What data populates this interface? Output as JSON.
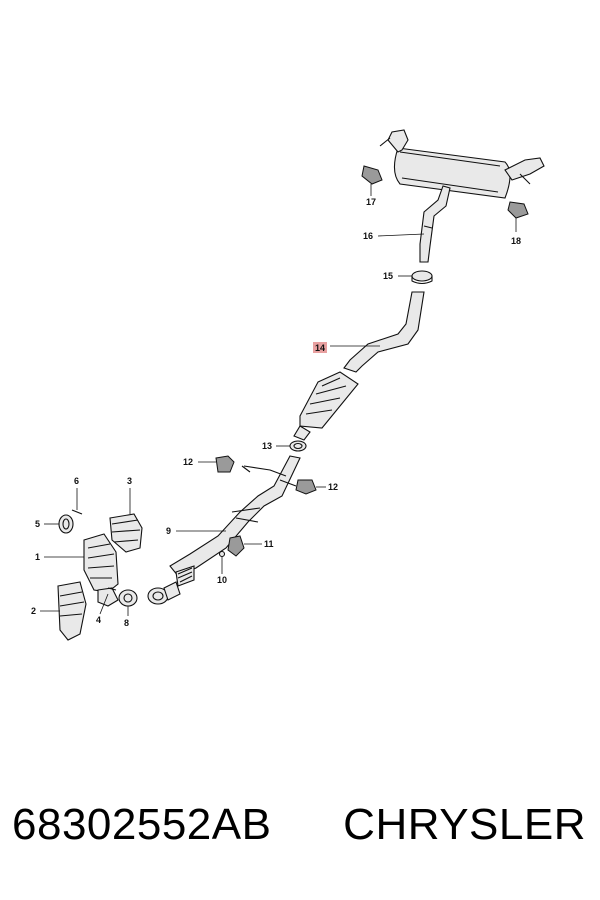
{
  "diagram": {
    "callouts": [
      {
        "id": "1",
        "label": "1"
      },
      {
        "id": "2",
        "label": "2"
      },
      {
        "id": "3",
        "label": "3"
      },
      {
        "id": "4",
        "label": "4"
      },
      {
        "id": "5",
        "label": "5"
      },
      {
        "id": "6",
        "label": "6"
      },
      {
        "id": "8",
        "label": "8"
      },
      {
        "id": "9",
        "label": "9"
      },
      {
        "id": "10",
        "label": "10"
      },
      {
        "id": "11",
        "label": "11"
      },
      {
        "id": "12a",
        "label": "12"
      },
      {
        "id": "12b",
        "label": "12"
      },
      {
        "id": "13",
        "label": "13"
      },
      {
        "id": "14",
        "label": "14",
        "highlighted": true
      },
      {
        "id": "15",
        "label": "15"
      },
      {
        "id": "16",
        "label": "16"
      },
      {
        "id": "17",
        "label": "17"
      },
      {
        "id": "18",
        "label": "18"
      }
    ],
    "highlight_color": "#e8a0a0"
  },
  "footer": {
    "part_number": "68302552AB",
    "brand": "CHRYSLER"
  }
}
